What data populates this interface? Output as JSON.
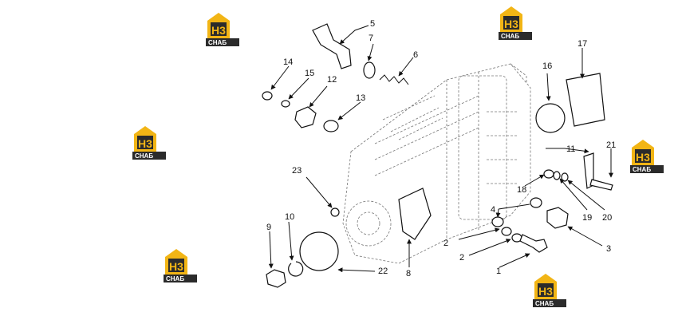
{
  "logo": {
    "mark": "H3",
    "caption": "СНАБ",
    "colors": {
      "yellow": "#f2b515",
      "dark": "#2b2b2b"
    }
  },
  "callouts": [
    "1",
    "2",
    "2",
    "3",
    "4",
    "5",
    "6",
    "7",
    "8",
    "9",
    "10",
    "11",
    "12",
    "13",
    "14",
    "15",
    "16",
    "17",
    "18",
    "19",
    "20",
    "21",
    "22",
    "23"
  ],
  "colors": {
    "line": "#111111",
    "hidden_line": "#777777"
  }
}
